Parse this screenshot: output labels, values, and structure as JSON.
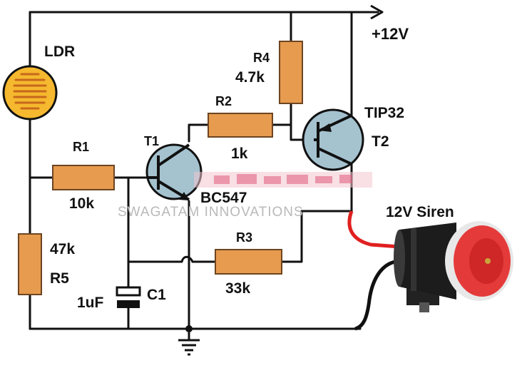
{
  "supply_label": "+12V",
  "watermark": "SWAGATAM INNOVATIONS",
  "components": {
    "ldr": {
      "name": "LDR"
    },
    "r1": {
      "name": "R1",
      "value": "10k"
    },
    "r2": {
      "name": "R2",
      "value": "1k"
    },
    "r3": {
      "name": "R3",
      "value": "33k"
    },
    "r4": {
      "name": "R4",
      "value": "4.7k"
    },
    "r5": {
      "name": "R5",
      "value": "47k"
    },
    "c1": {
      "name": "C1",
      "value": "1uF"
    },
    "t1": {
      "name": "T1",
      "part": "BC547"
    },
    "t2": {
      "name": "T2",
      "part": "TIP32"
    },
    "siren": {
      "name": "12V Siren"
    }
  },
  "colors": {
    "resistor": "#e79b4f",
    "ldr": "#f5b82e",
    "transistor": "#a5c2cf",
    "siren_red_wire": "#e02020",
    "siren_face": "#e53a3a"
  }
}
